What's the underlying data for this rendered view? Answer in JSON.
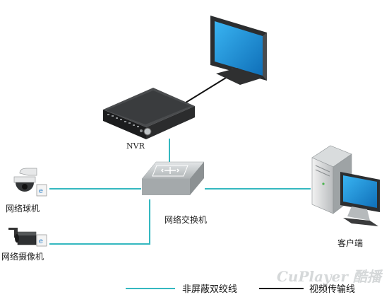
{
  "labels": {
    "nvr": "NVR",
    "switch": "网络交换机",
    "dome_camera": "网络球机",
    "box_camera": "网络摄像机",
    "client": "客户端"
  },
  "legend": {
    "utp": "非屏蔽双绞线",
    "video": "视频传输线"
  },
  "watermark": "CuPlayer 酷播",
  "colors": {
    "utp_line": "#34b8c0",
    "video_line": "#111111",
    "screen_blue": "#1a8fd6",
    "device_dark": "#2a2a2a",
    "device_gray": "#bfc3c5"
  }
}
